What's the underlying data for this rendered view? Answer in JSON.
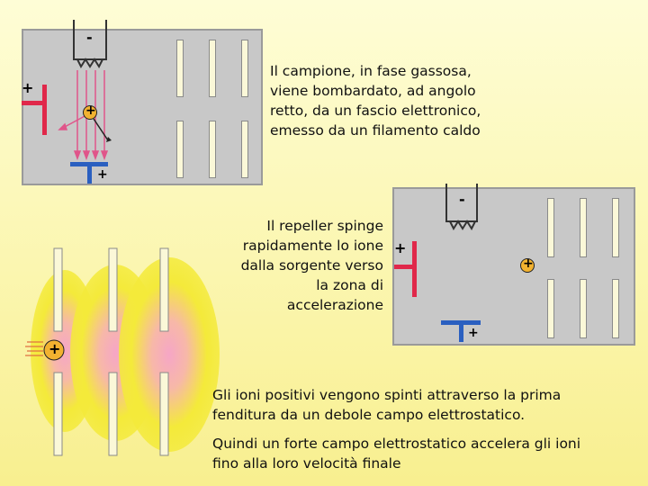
{
  "texts": {
    "t1": "Il campione, in fase gassosa, viene bombardato, ad angolo retto, da un fascio elettronico, emesso da un filamento caldo",
    "t2": "Il repeller spinge rapidamente lo ione dalla sorgente verso la zona di accelerazione",
    "t3": "Gli ioni positivi vengono spinti attraverso la prima fenditura da un debole campo elettrostatico.",
    "t4": "Quindi un forte campo elettrostatico accelera gli ioni fino alla loro velocità finale"
  },
  "symbols": {
    "minus": "-",
    "plus": "+"
  },
  "colors": {
    "repeller": "#e0284a",
    "collector": "#2a5fc0",
    "ion": "#f2b230",
    "electron_beam": "#e0558a",
    "field_glow": "#f4ea3a"
  }
}
